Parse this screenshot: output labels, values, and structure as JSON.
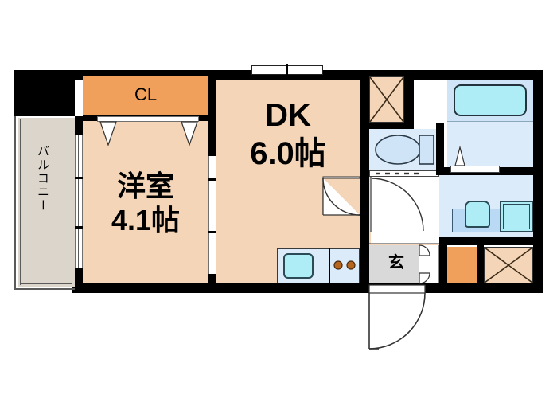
{
  "plan": {
    "type": "japanese-floor-plan",
    "layout_code": "1DK",
    "background_color": "#FFFFFF",
    "wall_color": "#000000",
    "room_fill_color": "#F4D5B7",
    "closet_fill_color": "#F0A05A",
    "balcony_fill_color": "#DCD5CC",
    "genkan_fill_color": "#D9D9D9",
    "water_area_fill_color": "#DCEBFA",
    "tub_fill_color": "#AEEDF5"
  },
  "rooms": {
    "closet": {
      "label": "CL"
    },
    "living_room": {
      "name": "洋室",
      "area": "4.1帖"
    },
    "dining_kitchen": {
      "name": "DK",
      "area": "6.0帖"
    },
    "balcony": {
      "label": "バルコニー"
    },
    "entrance": {
      "label": "玄"
    }
  },
  "fixtures": {
    "toilet": "toilet-fixture",
    "bathtub": "bathtub-fixture",
    "washbasin": "washbasin-fixture",
    "washing_machine": "washing-machine-space",
    "kitchen_sink": "kitchen-sink",
    "stove": "two-burner-stove",
    "pipe_shaft_top": "pipe-shaft",
    "shoe_closet": "shoe-closet",
    "meter_box": "meter-box"
  },
  "doors": {
    "entrance_door": "entrance-swing-door",
    "bath_door": "bathroom-swing-door",
    "toilet_door": "toilet-swing-door",
    "genkan_door": "genkan-double-door",
    "closet_door": "closet-folding-door",
    "room_sliding_door": "living-room-sliding-door",
    "balcony_sliding_door": "balcony-sliding-door",
    "dk_window": "dk-window"
  }
}
